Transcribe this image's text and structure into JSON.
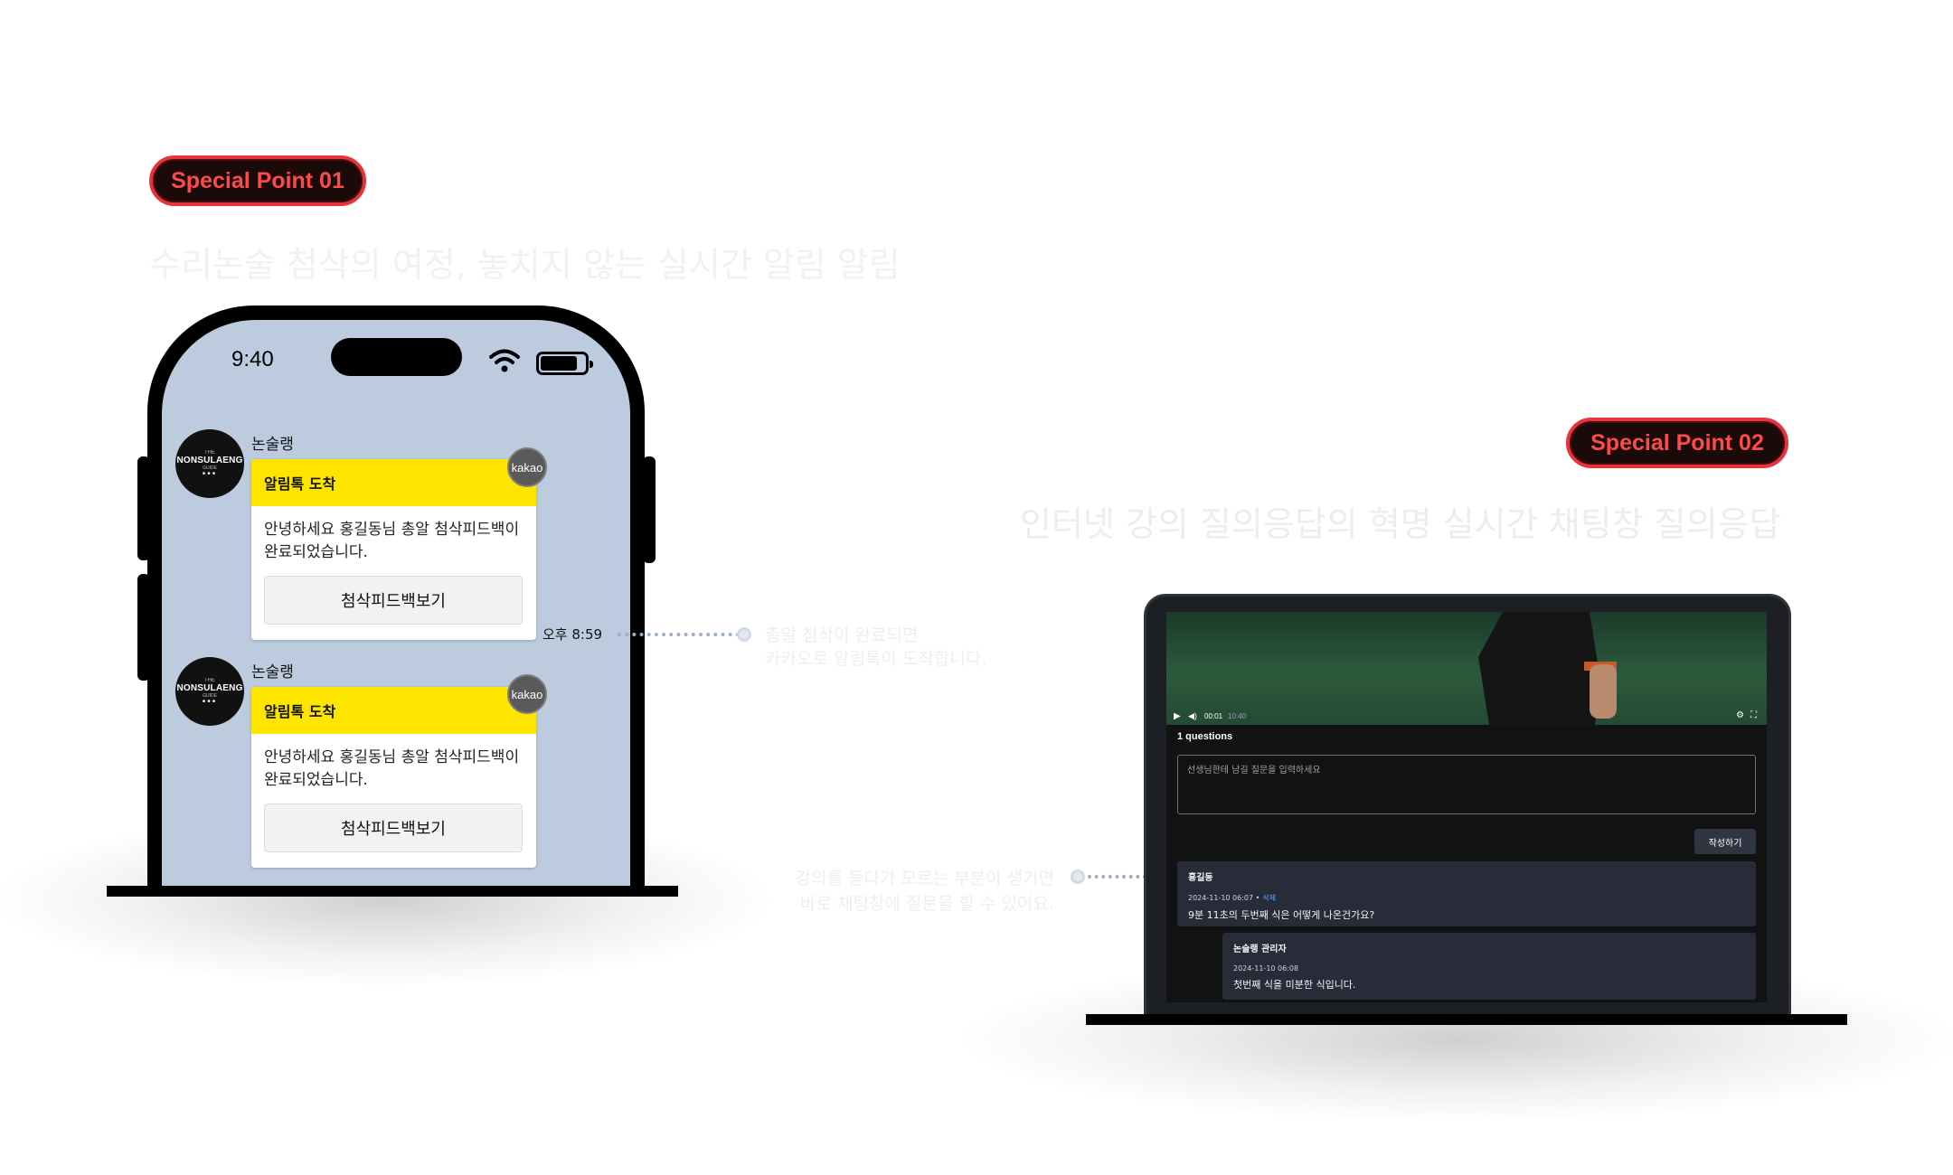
{
  "point1": {
    "badge": "Special Point 01",
    "subtitle": "수리논술 첨삭의 여정, 놓치지 않는 실시간 알림 알림"
  },
  "point2": {
    "badge": "Special Point 02",
    "subtitle": "인터넷 강의 질의응답의 혁명 실시간 채팅창 질의응답"
  },
  "phone": {
    "status_time": "9:40",
    "messages": [
      {
        "sender": "논술랭",
        "avatar_top": "THE",
        "avatar_name": "NONSULAENG",
        "avatar_bottom": "GUIDE",
        "badge": "kakao",
        "header": "알림톡 도착",
        "body": "안녕하세요 홍길동님 총알 첨삭피드백이 완료되었습니다.",
        "button": "첨삭피드백보기",
        "time": "오후 8:59"
      },
      {
        "sender": "논술랭",
        "avatar_top": "THE",
        "avatar_name": "NONSULAENG",
        "avatar_bottom": "GUIDE",
        "badge": "kakao",
        "header": "알림톡 도착",
        "body": "안녕하세요 홍길동님 총알 첨삭피드백이 완료되었습니다.",
        "button": "첨삭피드백보기"
      }
    ]
  },
  "callout1": {
    "line1": "총알 첨삭이 완료되면",
    "line2": "카카오로 알림톡이 도착합니다."
  },
  "callout2": {
    "line1": "강의를 듣다가 모르는 부분이 생기면",
    "line2": "바로 채팅창에 질문을 할 수 있어요."
  },
  "laptop": {
    "player": {
      "current": "00:01",
      "duration": "10:40"
    },
    "question_count": "1 questions",
    "input_placeholder": "선생님한테 남길 질문을 입력하세요",
    "submit_label": "작성하기",
    "question": {
      "author": "홍길동",
      "date": "2024-11-10 06:07 •",
      "delete_label": "삭제",
      "text": "9분 11초의 두번째 식은 어떻게 나온건가요?"
    },
    "answer": {
      "author": "논술랭 관리자",
      "date": "2024-11-10 06:08",
      "text": "첫번째 식을 미분한 식입니다."
    }
  },
  "colors": {
    "badge_border": "#e8323c",
    "badge_text": "#ff4a4a",
    "kakao_yellow": "#fee500",
    "phone_screen": "#bccbde"
  }
}
